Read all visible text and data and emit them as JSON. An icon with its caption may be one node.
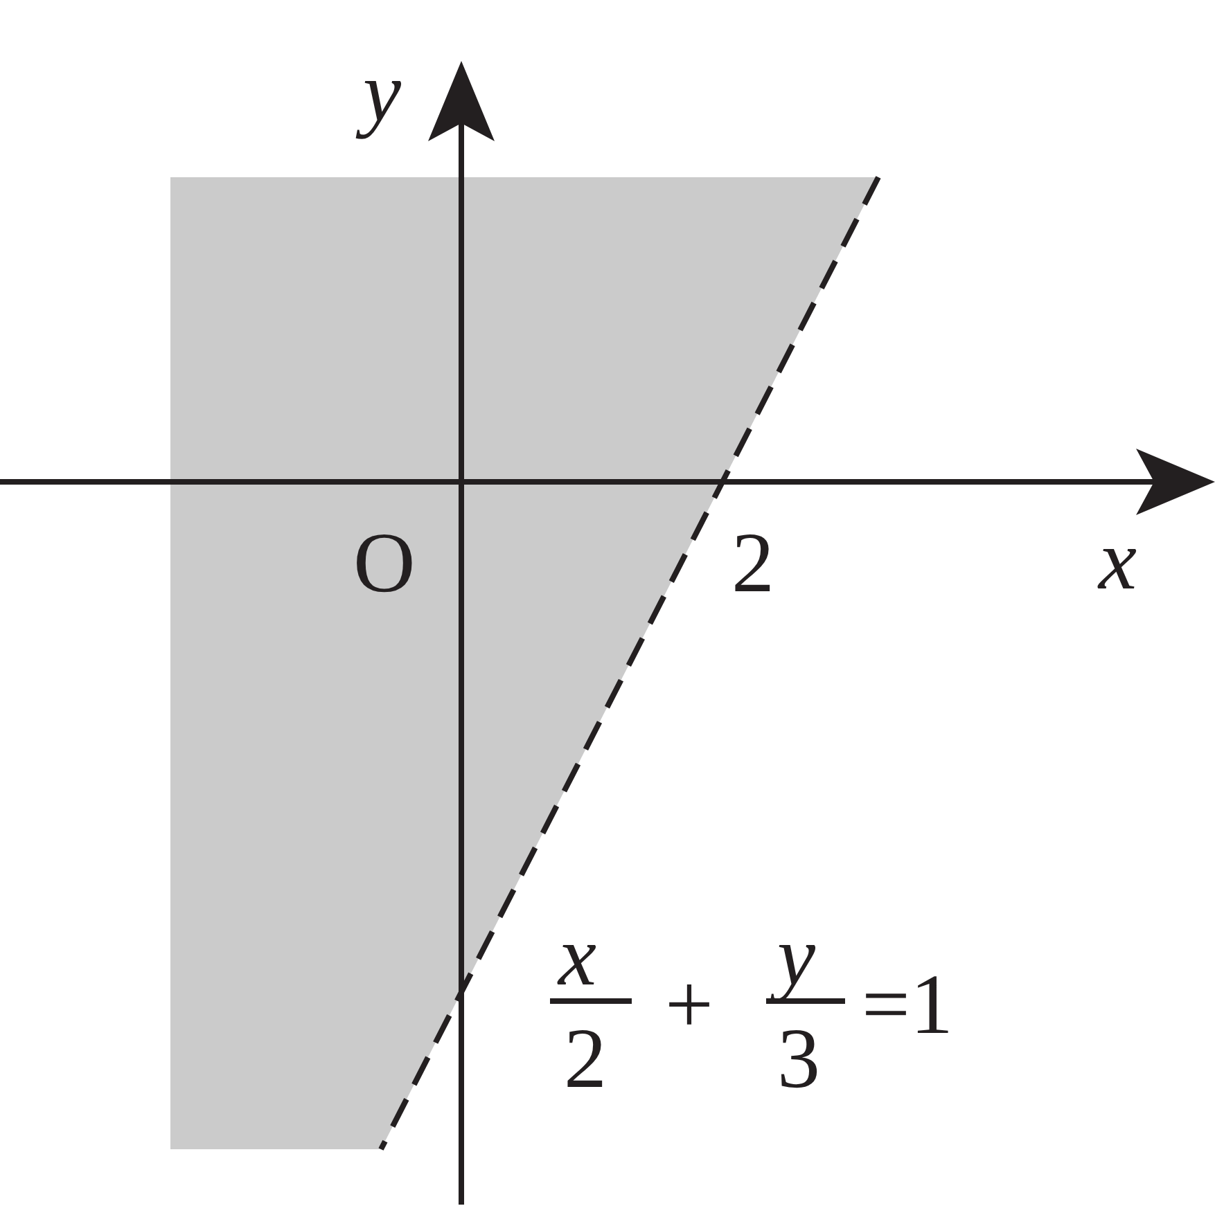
{
  "diagram": {
    "labels": [
      "y",
      "O",
      "2",
      "x",
      "x",
      "2",
      "+",
      "y",
      "3",
      "=1"
    ]
  }
}
